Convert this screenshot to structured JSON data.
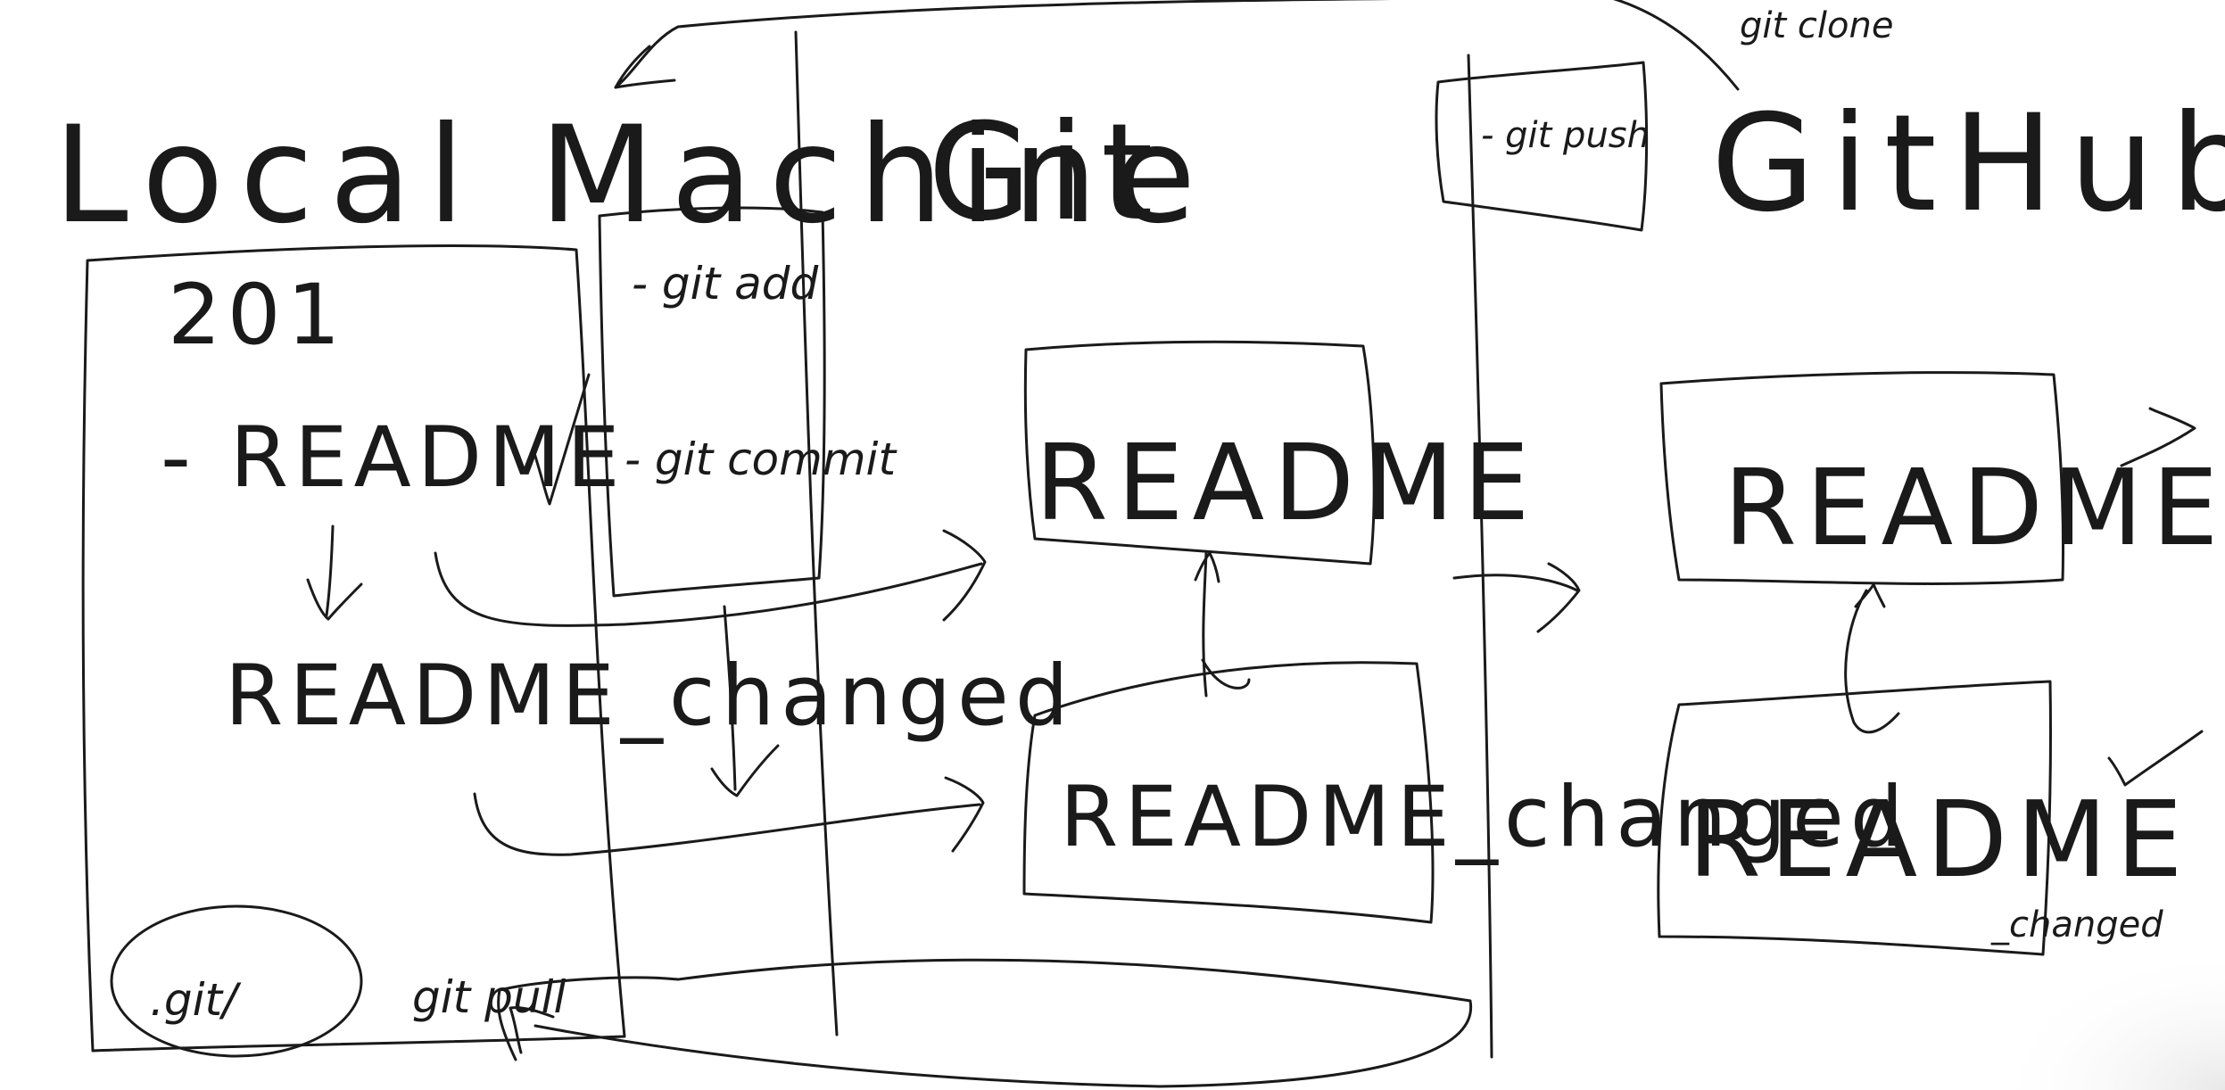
{
  "columns": {
    "local": "Local Machine",
    "git": "Git",
    "github": "GitHub"
  },
  "local": {
    "folder": "201",
    "file_original": "- README",
    "file_changed": "README_changed",
    "git_dir": ".git/",
    "pull_command": "git pull"
  },
  "commands": {
    "add": "- git add",
    "commit": "- git commit",
    "push": "- git push",
    "clone": "git clone"
  },
  "git": {
    "file_original": "README",
    "file_changed": "README_changed"
  },
  "github": {
    "file_original": "README",
    "file_changed": "README",
    "file_changed_suffix": "_changed",
    "checkmark": "✓"
  }
}
